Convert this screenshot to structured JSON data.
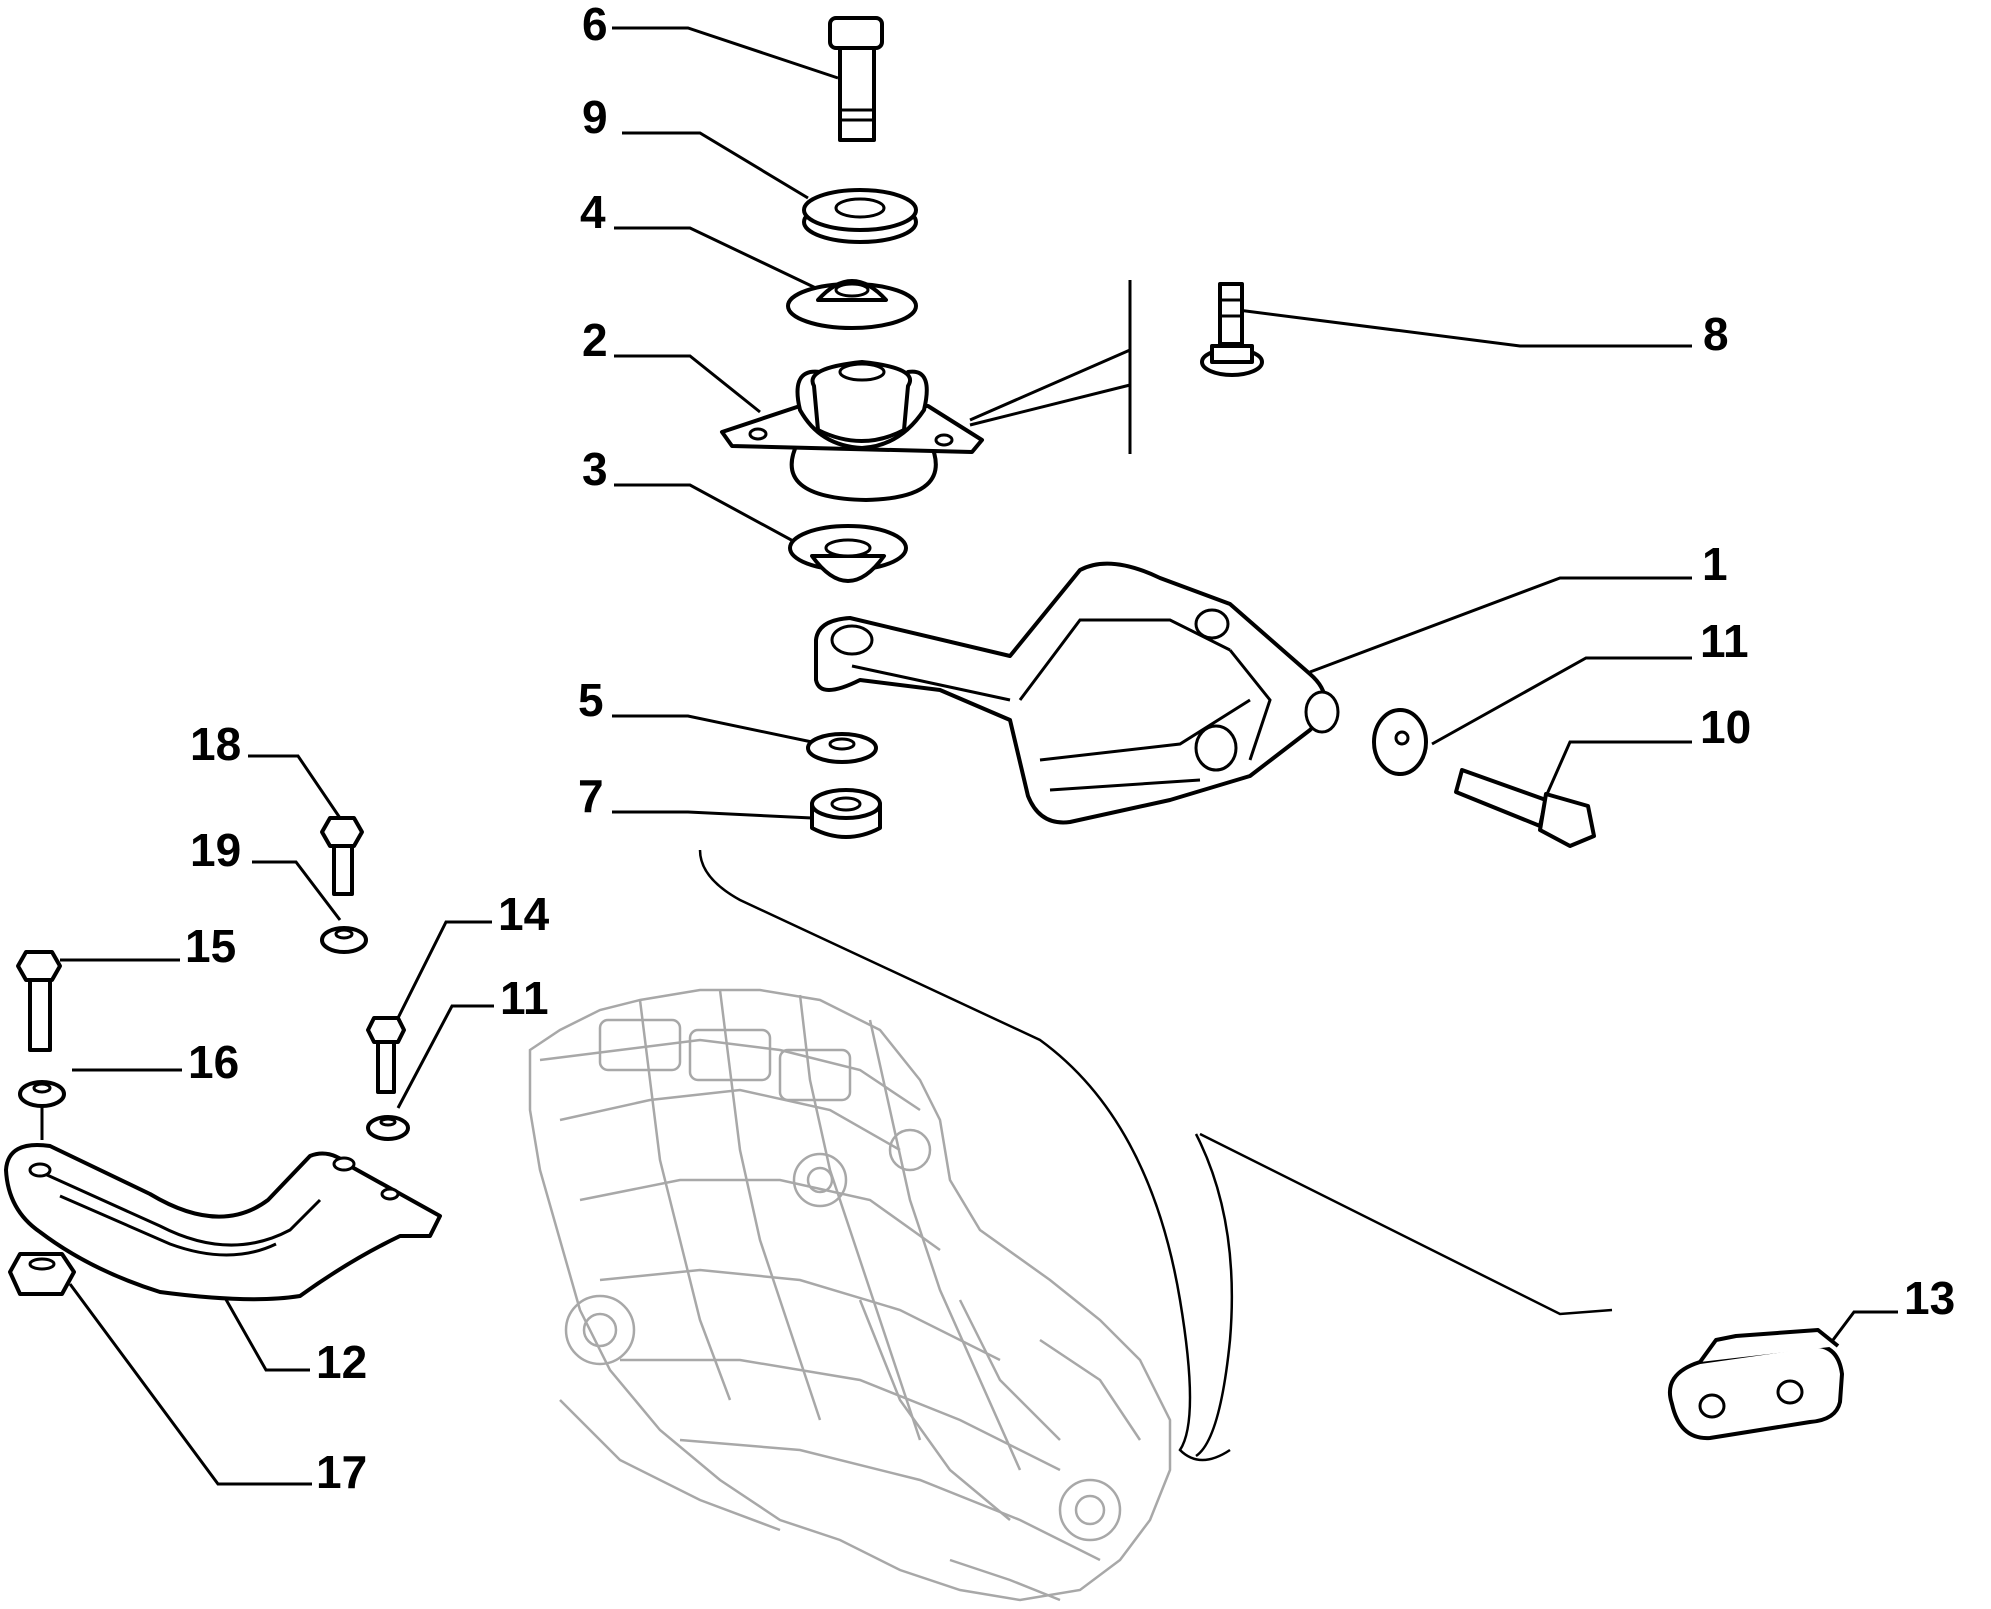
{
  "callouts": [
    {
      "id": "6",
      "label": "6"
    },
    {
      "id": "9",
      "label": "9"
    },
    {
      "id": "4",
      "label": "4"
    },
    {
      "id": "2",
      "label": "2"
    },
    {
      "id": "3",
      "label": "3"
    },
    {
      "id": "8",
      "label": "8"
    },
    {
      "id": "1",
      "label": "1"
    },
    {
      "id": "11a",
      "label": "11"
    },
    {
      "id": "10",
      "label": "10"
    },
    {
      "id": "5",
      "label": "5"
    },
    {
      "id": "7",
      "label": "7"
    },
    {
      "id": "18",
      "label": "18"
    },
    {
      "id": "19",
      "label": "19"
    },
    {
      "id": "15",
      "label": "15"
    },
    {
      "id": "14",
      "label": "14"
    },
    {
      "id": "11b",
      "label": "11"
    },
    {
      "id": "16",
      "label": "16"
    },
    {
      "id": "12",
      "label": "12"
    },
    {
      "id": "17",
      "label": "17"
    },
    {
      "id": "13",
      "label": "13"
    }
  ],
  "colors": {
    "line": "#000000",
    "engine": "#a8a8a8",
    "background": "#ffffff"
  }
}
